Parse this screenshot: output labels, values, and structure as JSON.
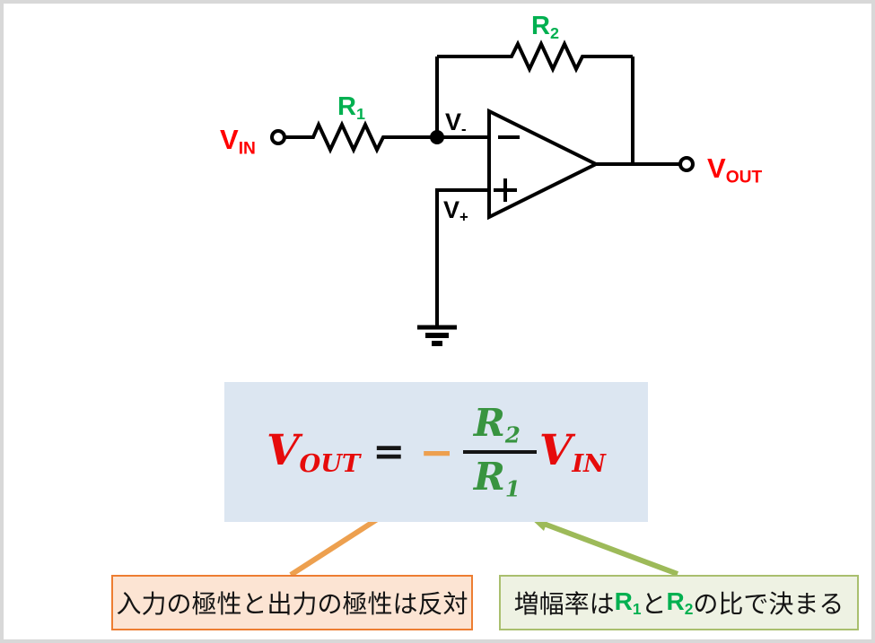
{
  "page": {
    "background": "#ffffff",
    "frame_border_color": "#d8d8d8"
  },
  "circuit": {
    "diagram_type": "inverting-opamp-amplifier",
    "wire_color": "#000000",
    "labels": {
      "vin": {
        "main": "V",
        "sub": "IN",
        "color": "#ff0000"
      },
      "vout": {
        "main": "V",
        "sub": "OUT",
        "color": "#ff0000"
      },
      "r1": {
        "main": "R",
        "sub": "1",
        "color": "#00b050"
      },
      "r2": {
        "main": "R",
        "sub": "2",
        "color": "#00b050"
      },
      "v_minus": {
        "main": "V",
        "sub": "-",
        "color": "#000000"
      },
      "v_plus": {
        "main": "V",
        "sub": "+",
        "color": "#000000"
      },
      "opamp_inverting_input_sign": "−",
      "opamp_noninverting_input_sign": "+"
    }
  },
  "formula": {
    "background": "#dce6f1",
    "vout": {
      "main": "V",
      "sub": "OUT",
      "color": "#e60b0b"
    },
    "equals": "=",
    "minus": {
      "text": "−",
      "color": "#eda04f"
    },
    "numerator": {
      "main": "R",
      "sub": "2",
      "color": "#389440"
    },
    "denominator": {
      "main": "R",
      "sub": "1",
      "color": "#389440"
    },
    "vin": {
      "main": "V",
      "sub": "IN",
      "color": "#e60b0b"
    }
  },
  "callouts": {
    "left": {
      "text": "入力の極性と出力の極性は反対",
      "border_color": "#ed7d31",
      "background": "#fce4d3",
      "arrow_color": "#eda04f"
    },
    "right": {
      "prefix": "増幅率は",
      "r1": {
        "main": "R",
        "sub": "1"
      },
      "conjunction": "と",
      "r2": {
        "main": "R",
        "sub": "2"
      },
      "suffix": "の比で決まる",
      "accent_color": "#00b050",
      "border_color": "#a9bf6e",
      "background": "#eef2e3",
      "arrow_color": "#9dba59"
    }
  }
}
